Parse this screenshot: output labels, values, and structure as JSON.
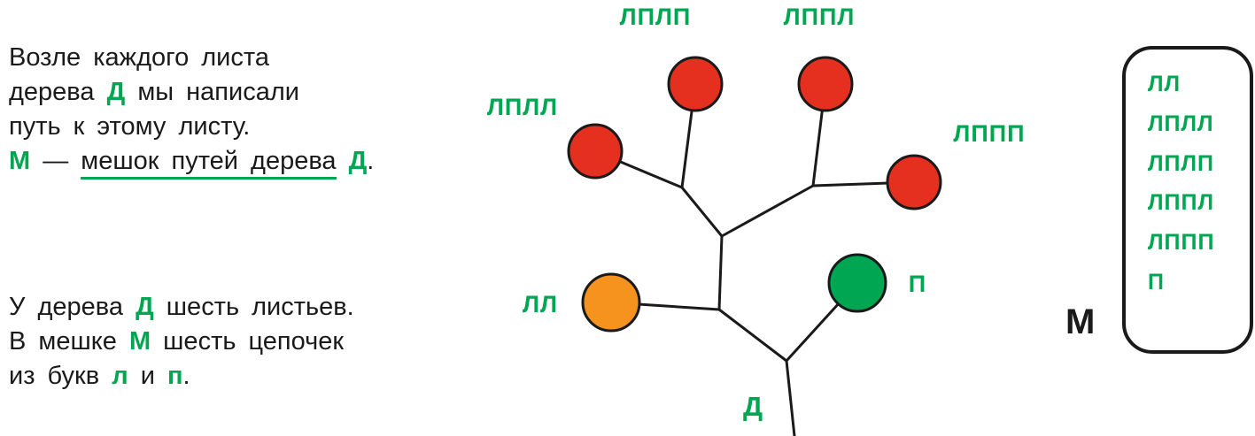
{
  "colors": {
    "green": "#00a651",
    "red": "#e53020",
    "orange": "#f6921e",
    "black": "#1a1a1a"
  },
  "left_text": {
    "p1": {
      "l1": "Возле каждого листа",
      "l2a": "дерева",
      "l2b": "Д",
      "l2c": "мы написали",
      "l3": "путь к этому листу.",
      "l4a": "М",
      "l4b": "—",
      "l4c": "мешок путей дерева",
      "l4d": "Д",
      "l4e": "."
    },
    "p2": {
      "l1a": "У дерева",
      "l1b": "Д",
      "l1c": "шесть листьев.",
      "l2a": "В мешке",
      "l2b": "М",
      "l2c": "шесть цепочек",
      "l3a": "из букв",
      "l3b": "л",
      "l3c": "и",
      "l3d": "п",
      "l3e": "."
    }
  },
  "tree": {
    "root_label": "Д",
    "leaves": [
      {
        "label": "ЛПЛЛ",
        "color": "#e53020"
      },
      {
        "label": "ЛПЛП",
        "color": "#e53020"
      },
      {
        "label": "ЛППЛ",
        "color": "#e53020"
      },
      {
        "label": "ЛППП",
        "color": "#e53020"
      },
      {
        "label": "ЛЛ",
        "color": "#f6921e"
      },
      {
        "label": "П",
        "color": "#00a651"
      }
    ]
  },
  "bag": {
    "label": "М",
    "items": [
      "ЛЛ",
      "ЛПЛЛ",
      "ЛПЛП",
      "ЛППЛ",
      "ЛППП",
      "П"
    ]
  }
}
